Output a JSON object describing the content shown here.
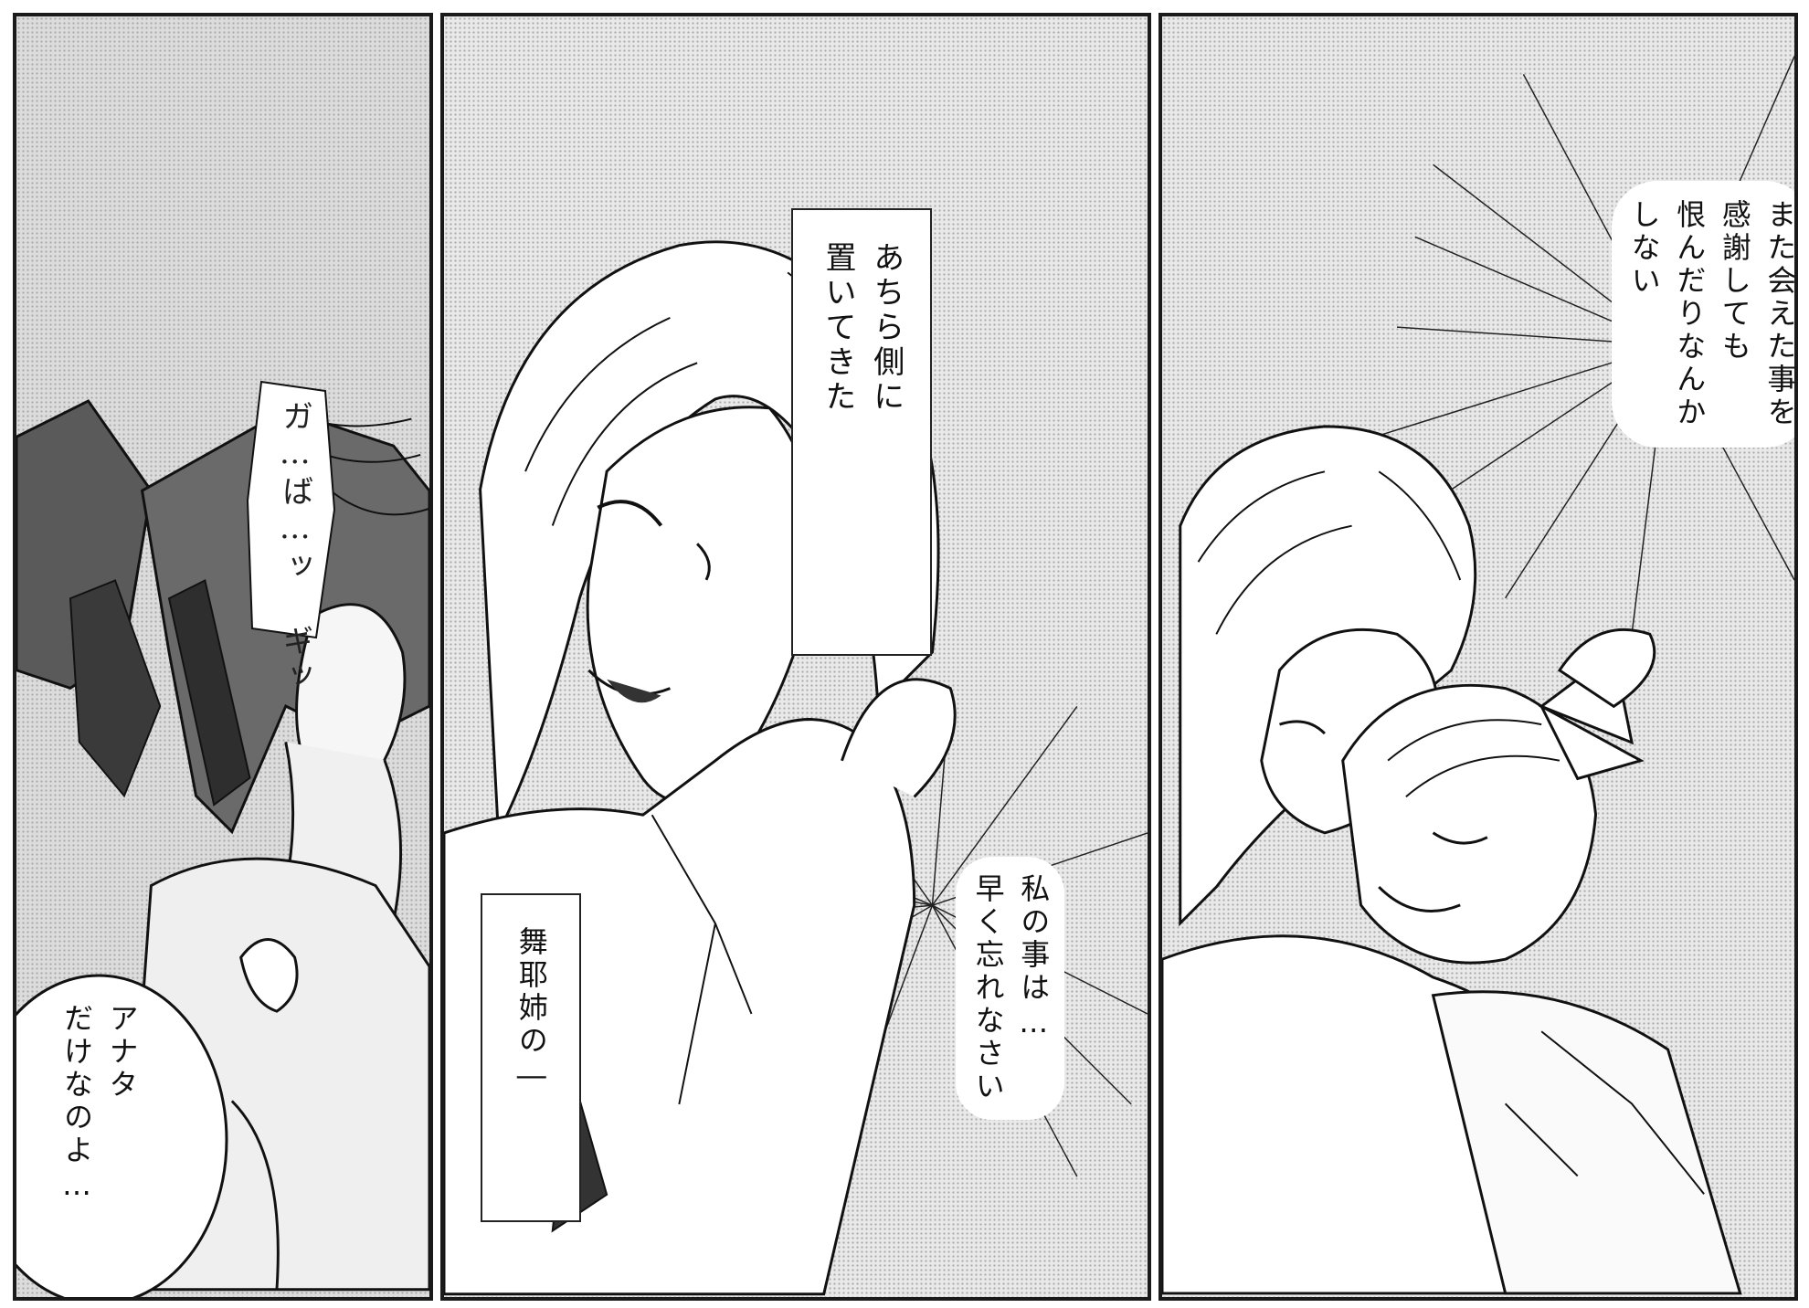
{
  "panels": [
    {
      "id": "left",
      "sfx": "ガ…ば…ッ ギッ",
      "speech_bubble": "アナタ\nだけなのよ…"
    },
    {
      "id": "center",
      "caption_top": "あちら側に\n置いてきた",
      "caption_bottom": "舞耶姉の―",
      "burst_text": "私の事は…\n早く忘れなさい"
    },
    {
      "id": "right",
      "burst_text": "また会えた事を\n感謝しても\n恨んだりなんか\nしない"
    }
  ],
  "colors": {
    "ink": "#111111",
    "screentone": "#dcdcdc",
    "paper": "#ffffff"
  }
}
